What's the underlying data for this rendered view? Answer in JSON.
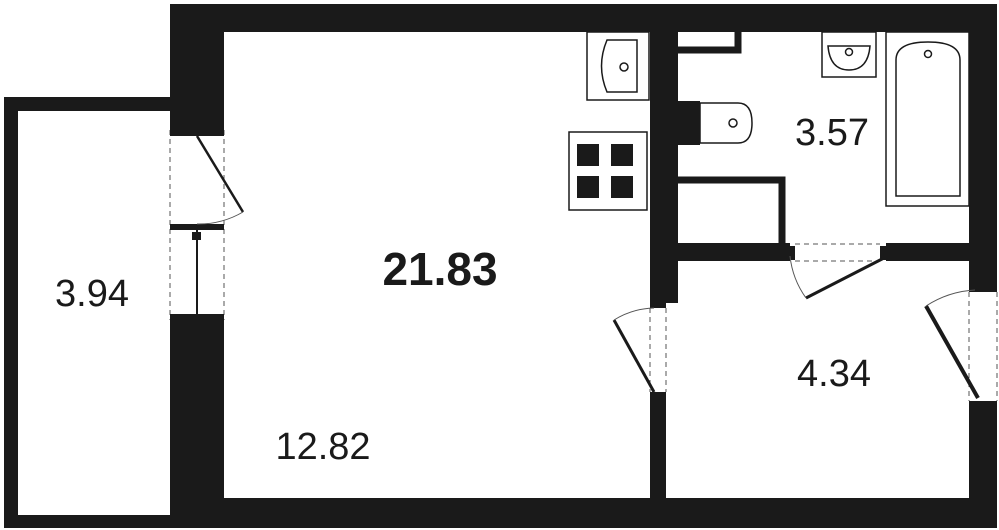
{
  "plan": {
    "total_area": "21.83",
    "rooms": {
      "main_room_area": "12.82",
      "balcony_area": "3.94",
      "bathroom_area": "3.57",
      "hall_area": "4.34"
    }
  },
  "colors": {
    "wall": "#1a1a1a",
    "fixture_stroke": "#1a1a1a",
    "door_dashed": "#555555",
    "background": "#ffffff"
  }
}
